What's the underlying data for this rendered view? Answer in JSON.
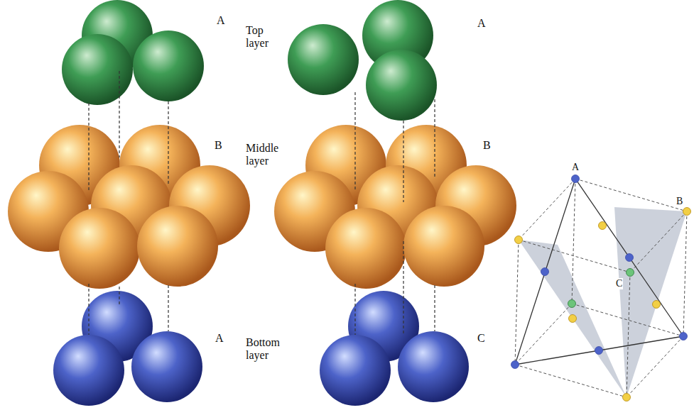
{
  "diagram": {
    "labels": [
      "A",
      "Top layer",
      "B",
      "Middle layer",
      "A",
      "Bottom layer",
      "A",
      "B",
      "C",
      "A",
      "C",
      "B"
    ]
  }
}
